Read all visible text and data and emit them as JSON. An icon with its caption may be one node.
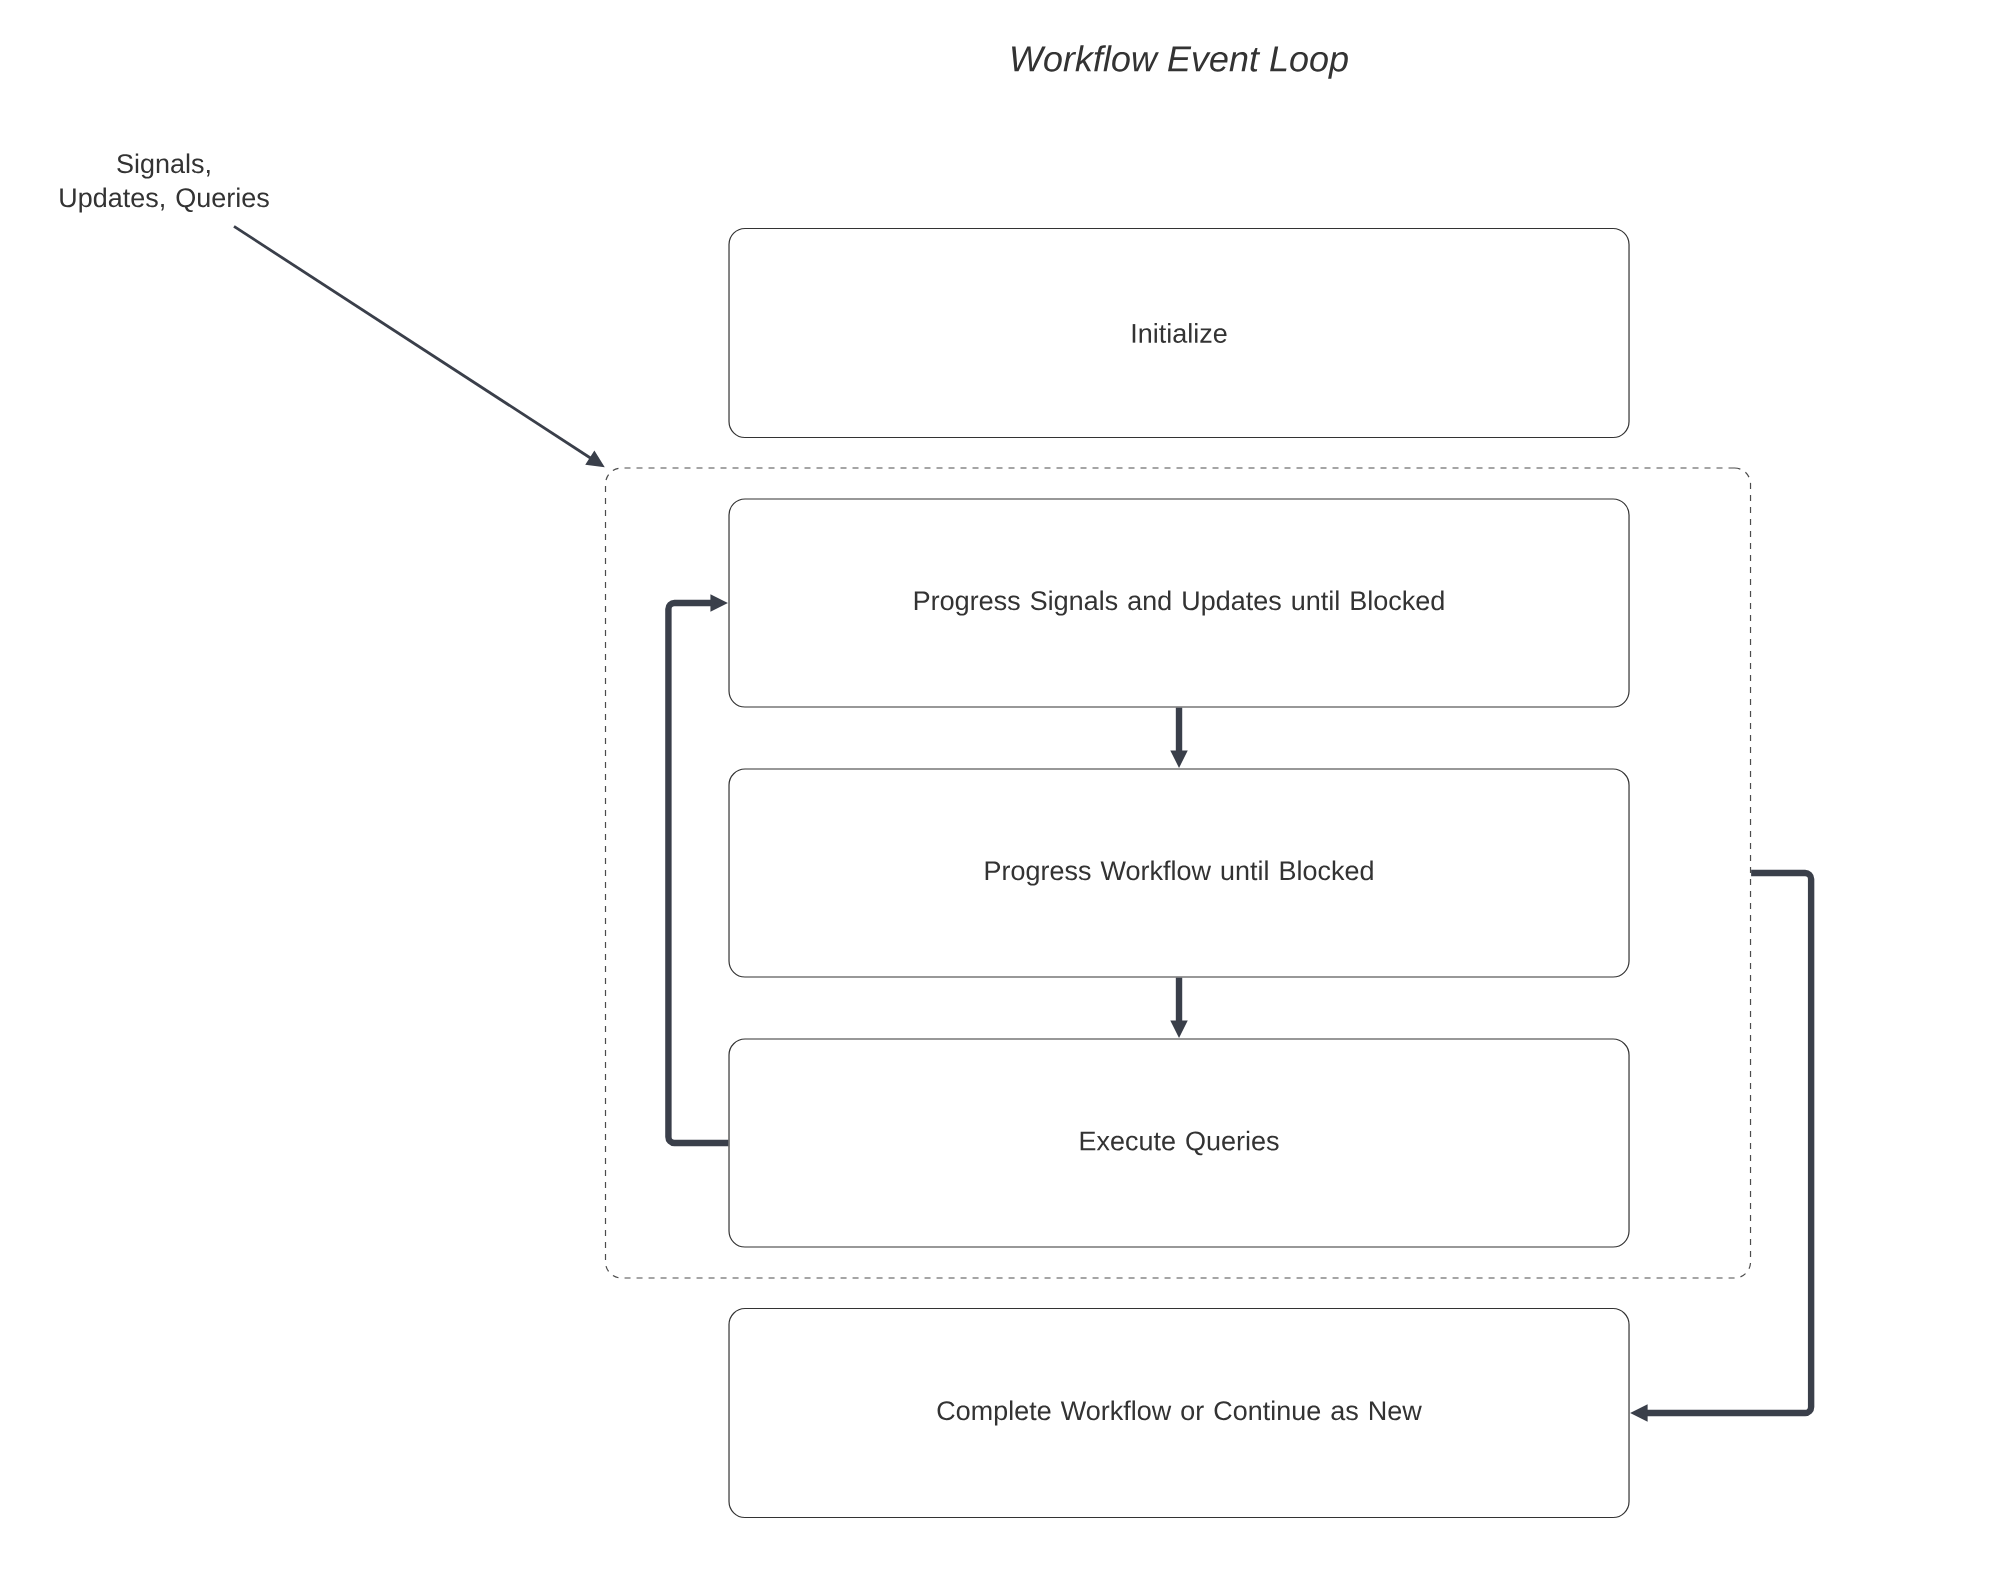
{
  "diagram": {
    "title": "Workflow Event Loop",
    "nodes": [
      {
        "text": [
          "Signals, Updates, Queries"
        ]
      },
      {
        "text": [
          "Initialize"
        ]
      },
      {
        "text": [],
        "shape": "box"
      },
      {
        "text": [
          "Progress Signals and Updates until Blocked"
        ],
        "in": 2
      },
      {
        "text": [
          "Progress Workflow until Blocked"
        ],
        "in": 2
      },
      {
        "text": [
          "Execute Queries"
        ],
        "in": 2
      },
      {
        "text": [
          "Complete Workflow or Continue as New"
        ]
      }
    ],
    "edges": [
      {
        "from": 0,
        "to": 2,
        "arrow": "to"
      },
      {
        "from": 3,
        "to": 4,
        "arrow": "to"
      },
      {
        "from": 4,
        "to": 5,
        "arrow": "to"
      },
      {
        "from": 5,
        "to": 3,
        "arrow": "to"
      },
      {
        "from": 2,
        "to": 6,
        "arrow": "to"
      }
    ]
  }
}
